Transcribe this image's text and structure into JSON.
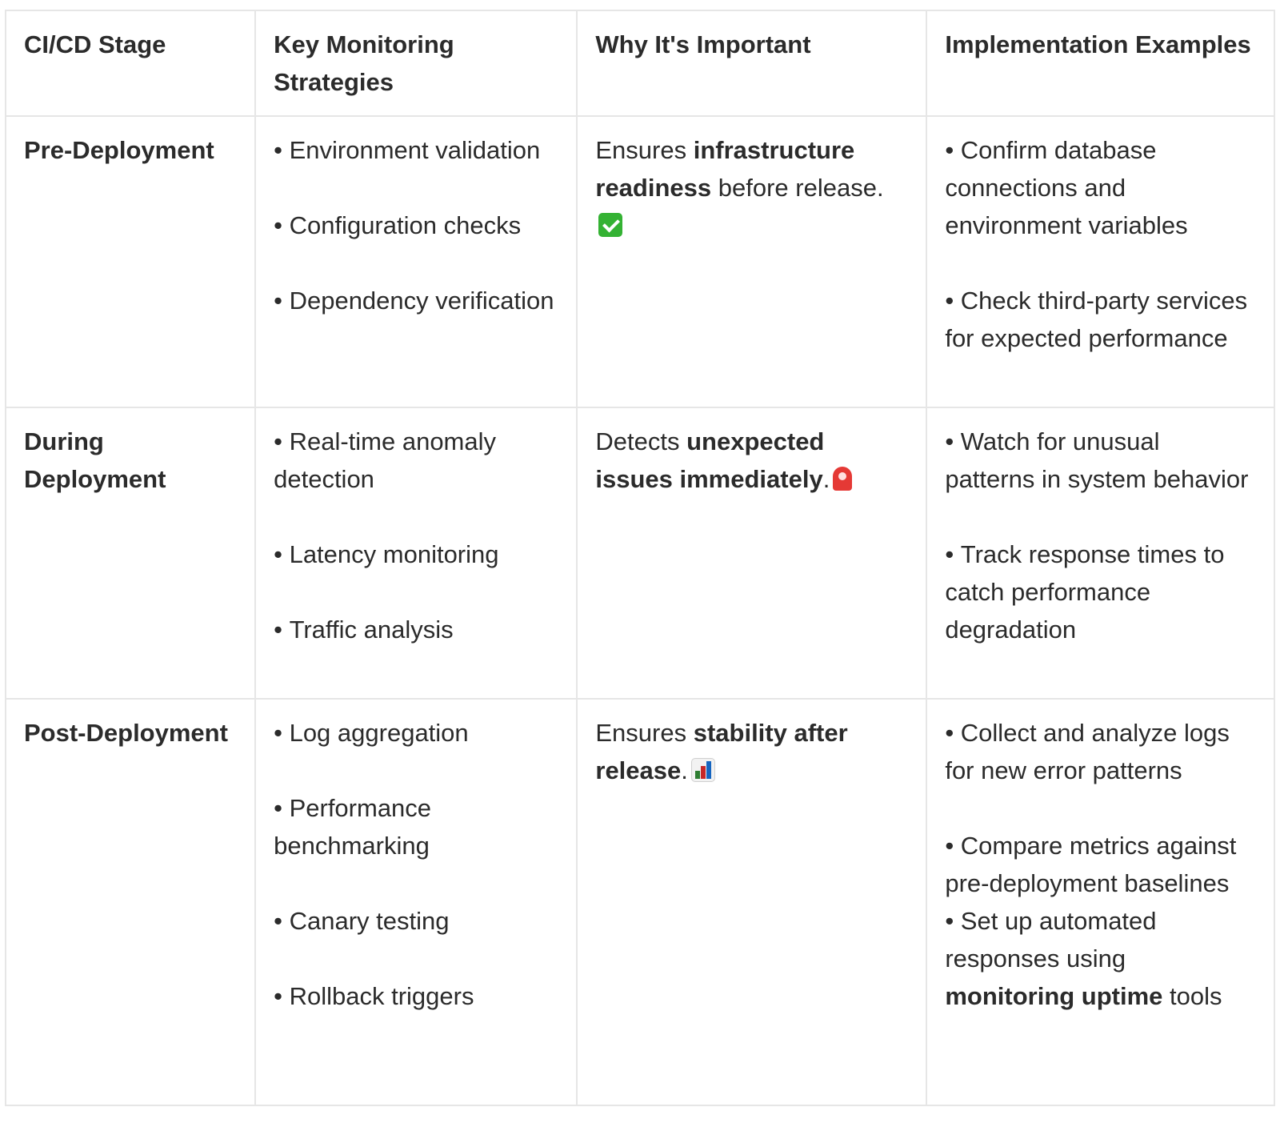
{
  "headers": [
    "CI/CD Stage",
    "Key Monitoring Strategies",
    "Why It's Important",
    "Implementation Examples"
  ],
  "rows": [
    {
      "stage": "Pre-Deployment",
      "strategies": [
        "Environment validation",
        "Configuration checks",
        "Dependency verification"
      ],
      "why": {
        "pre": "Ensures ",
        "bold": "infrastructure readiness",
        "post": " before release.",
        "emoji": "check-mark-icon"
      },
      "examples": [
        "Confirm database connections and environment variables",
        "Check third-party services for expected performance"
      ]
    },
    {
      "stage": "During Deployment",
      "strategies": [
        "Real-time anomaly detection",
        "Latency monitoring",
        "Traffic analysis"
      ],
      "why": {
        "pre": "Detects ",
        "bold": "unexpected issues immediately",
        "post": ".",
        "emoji": "siren-icon"
      },
      "examples": [
        "Watch for unusual patterns in system behavior",
        "Track response times to catch performance degradation"
      ]
    },
    {
      "stage": "Post-Deployment",
      "strategies": [
        "Log aggregation",
        "Performance benchmarking",
        "Canary testing",
        "Rollback triggers"
      ],
      "why": {
        "pre": "Ensures ",
        "bold": "stability after release",
        "post": ".",
        "emoji": "bar-chart-icon"
      },
      "examples": [
        "Collect and analyze logs for new error patterns",
        "Compare metrics against pre-deployment baselines"
      ],
      "example_last": {
        "pre": "Set up automated responses using ",
        "bold": "monitoring uptime",
        "post": " tools"
      }
    }
  ],
  "colors": {
    "border": "#e6e6e6",
    "text": "#2b2b2b"
  }
}
